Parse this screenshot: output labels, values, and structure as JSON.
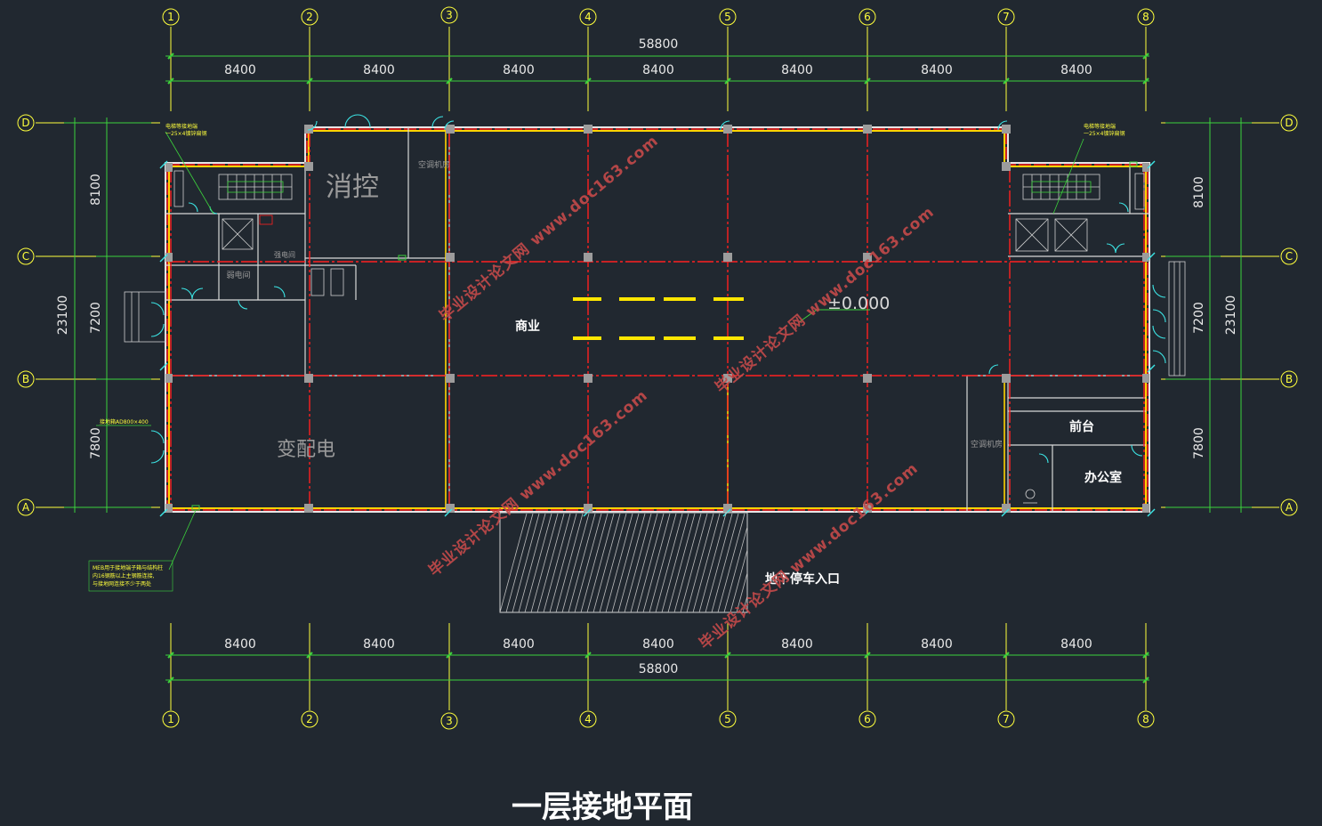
{
  "drawing": {
    "title": "一层接地平面",
    "elevation": "±0.000"
  },
  "axes": {
    "numbered": [
      "1",
      "2",
      "3",
      "4",
      "5",
      "6",
      "7",
      "8"
    ],
    "lettered": [
      "D",
      "C",
      "B",
      "A"
    ]
  },
  "dimensions": {
    "total_width": "58800",
    "bay_widths": [
      "8400",
      "8400",
      "8400",
      "8400",
      "8400",
      "8400",
      "8400"
    ],
    "total_depth": "23100",
    "row_depths": [
      "8100",
      "7200",
      "7800"
    ]
  },
  "rooms": {
    "commercial": "商业",
    "fire_control": "消控",
    "substation": "变配电",
    "ac_room_top": "空调机房",
    "ac_room_right": "空调机房",
    "reception": "前台",
    "office": "办公室",
    "weak_current": "弱电间",
    "strong_current": "强电间",
    "parking_entrance": "地下停车入口"
  },
  "notes": {
    "stair_left": "电梯等接地端\n一25×4镀锌扁钢",
    "stair_right": "电梯等接地端\n一25×4镀锌扁钢",
    "cable_tray": "接地箱AD800×400",
    "bottom_note": "MEB用于接地端子箱与结构柱\n内16钢筋以上主钢筋连接,\n与接地网连接不少于两处"
  },
  "watermark": {
    "text": "毕业设计论文网 www.doc163.com"
  },
  "colors": {
    "background": "#212830",
    "axis": "#ffff3c",
    "dimension": "#3cd23c",
    "ground_line": "#ff2020",
    "wall": "#ffd400",
    "structure": "#e6e6e6",
    "door": "#3ce6e6"
  }
}
